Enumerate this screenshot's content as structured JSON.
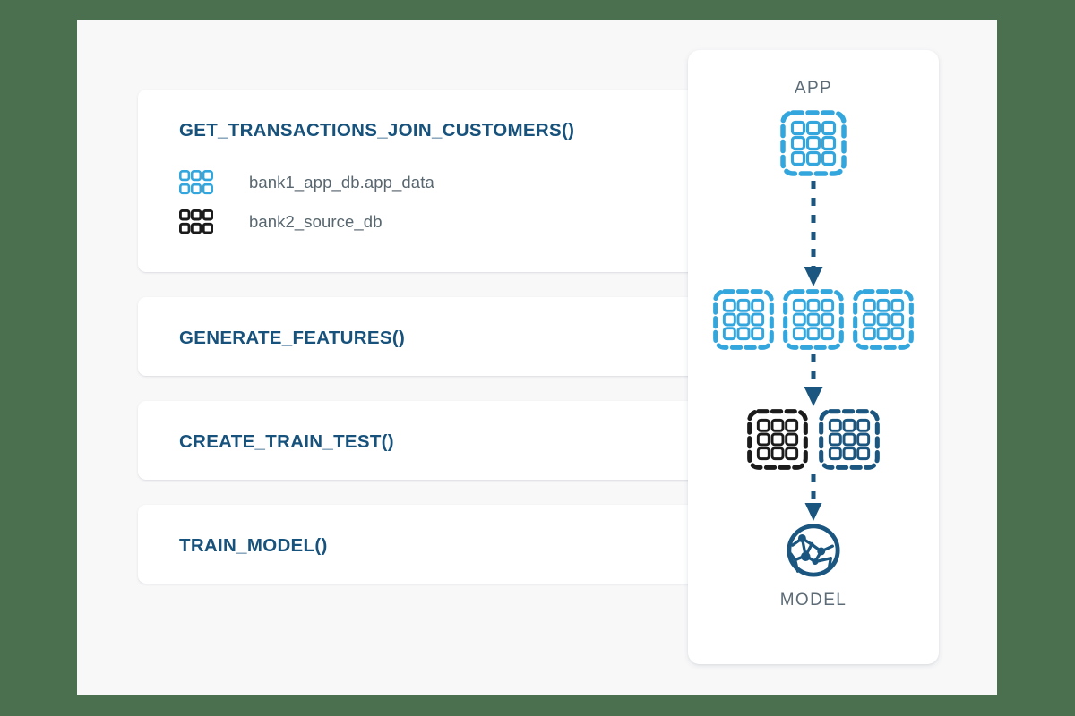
{
  "theme": {
    "outer_background": "#4a7050",
    "page_background": "#f8f8f9",
    "card_background": "#ffffff",
    "title_color": "#17527c",
    "label_color": "#58666f",
    "caption_color": "#5c6b75",
    "accent_light_blue": "#32a6dd",
    "accent_dark_blue": "#1a567f",
    "accent_black": "#1b1b1b"
  },
  "pipeline": {
    "cards": [
      {
        "title": "GET_TRANSACTIONS_JOIN_CUSTOMERS()",
        "sources": [
          {
            "label": "bank1_app_db.app_data",
            "icon": "grid-icon",
            "color": "#32a6dd"
          },
          {
            "label": "bank2_source_db",
            "icon": "grid-icon",
            "color": "#1b1b1b"
          }
        ]
      },
      {
        "title": "GENERATE_FEATURES()",
        "sources": []
      },
      {
        "title": "CREATE_TRAIN_TEST()",
        "sources": []
      },
      {
        "title": "TRAIN_MODEL()",
        "sources": []
      }
    ]
  },
  "diagram": {
    "top_caption": "APP",
    "bottom_caption": "MODEL",
    "stages": [
      {
        "name": "app-dataset",
        "icon": "dashed-grid-icon",
        "count": 1,
        "color": "#32a6dd"
      },
      {
        "name": "feature-datasets",
        "icon": "dashed-grid-icon",
        "count": 3,
        "color": "#32a6dd"
      },
      {
        "name": "train-test-datasets",
        "icon": "dashed-grid-icon",
        "count": 2,
        "colors": [
          "#1b1b1b",
          "#1a567f"
        ]
      },
      {
        "name": "model",
        "icon": "model-network-icon",
        "count": 1,
        "color": "#1a567f"
      }
    ],
    "arrows": [
      {
        "name": "arrow-app-to-features",
        "style": "dashed",
        "direction": "down",
        "color": "#1a567f"
      },
      {
        "name": "arrow-features-to-traintest",
        "style": "dashed",
        "direction": "down",
        "color": "#1a567f"
      },
      {
        "name": "arrow-traintest-to-model",
        "style": "dashed",
        "direction": "down",
        "color": "#1a567f"
      }
    ]
  }
}
